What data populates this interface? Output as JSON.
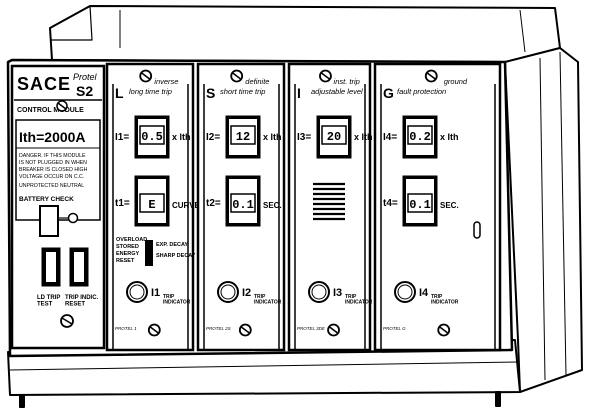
{
  "control_module": {
    "brand": "SACE",
    "model_top": "Protel",
    "model_bottom": "S2",
    "title": "CONTROL MODULE",
    "rating": "Ith=2000A",
    "warning_lines": [
      "DANGER. IF THIS MODULE",
      "IS NOT PLUGGED IN WHEN",
      "BREAKER IS CLOSED HIGH",
      "VOLTAGE OCCUR ON C.C.",
      "UNPROTECTED NEUTRAL"
    ],
    "battery_check": "BATTERY CHECK",
    "ld_trip_test": "LD TRIP\nTEST",
    "trip_indic_reset": "TRIP INDIC.\nRESET"
  },
  "panels": [
    {
      "letter": "L",
      "title_line1": "inverse",
      "title_line2": "long time trip",
      "setting1_label": "I1=",
      "setting1_value": "0.5",
      "setting1_unit": "x Ith",
      "setting2_label": "t1=",
      "setting2_value": "E",
      "setting2_unit": "CURVE",
      "curve_options": [
        "OVERLOAD",
        "STORED",
        "ENERGY",
        "RESET"
      ],
      "decay_options": [
        "EXP. DECAY",
        "SHARP DECAY"
      ],
      "indicator_label": "I1",
      "indicator_caption": "TRIP\nINDICATOR",
      "footer": "PROTEL 1"
    },
    {
      "letter": "S",
      "title_line1": "definite",
      "title_line2": "short time trip",
      "setting1_label": "I2=",
      "setting1_value": "12",
      "setting1_unit": "x Ith",
      "setting2_label": "t2=",
      "setting2_value": "0.1",
      "setting2_unit": "SEC.",
      "indicator_label": "I2",
      "indicator_caption": "TRIP\nINDICATOR",
      "footer": "PROTEL 2S"
    },
    {
      "letter": "I",
      "title_line1": "inst. trip",
      "title_line2": "adjustable level",
      "setting1_label": "I3=",
      "setting1_value": "20",
      "setting1_unit": "x Ith",
      "indicator_label": "I3",
      "indicator_caption": "TRIP\nINDICATOR",
      "footer": "PROTEL 3DE"
    },
    {
      "letter": "G",
      "title_line1": "ground",
      "title_line2": "fault protection",
      "setting1_label": "I4=",
      "setting1_value": "0.2",
      "setting1_unit": "x Ith",
      "setting2_label": "t4=",
      "setting2_value": "0.1",
      "setting2_unit": "SEC.",
      "indicator_label": "I4",
      "indicator_caption": "TRIP\nINDICATOR",
      "footer": "PROTEL G"
    }
  ]
}
